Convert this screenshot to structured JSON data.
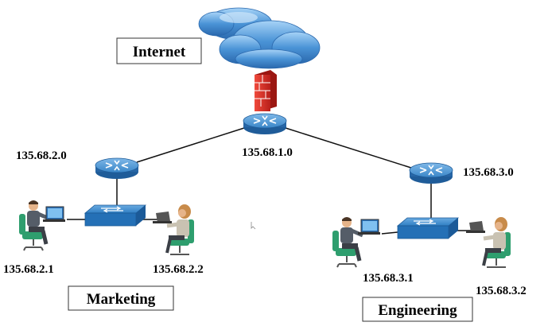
{
  "labels": {
    "internet": "Internet",
    "marketing": "Marketing",
    "engineering": "Engineering"
  },
  "networks": {
    "core": "135.68.1.0",
    "marketing_net": "135.68.2.0",
    "engineering_net": "135.68.3.0"
  },
  "hosts": {
    "m1": "135.68.2.1",
    "m2": "135.68.2.2",
    "e1": "135.68.3.1",
    "e2": "135.68.3.2"
  },
  "colors": {
    "router": "#3a86c8",
    "switch": "#2f7fc4",
    "firewall": "#e2312b",
    "cloud": "#4a93d6",
    "chair": "#2e9e6e"
  },
  "icons": [
    "cloud-icon",
    "firewall-icon",
    "router-icon",
    "switch-icon",
    "workstation-icon"
  ]
}
